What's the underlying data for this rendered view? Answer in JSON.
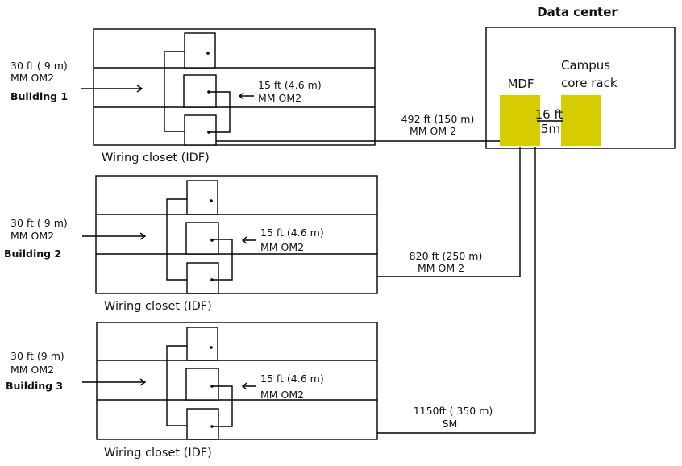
{
  "data_center": {
    "title": "Data center",
    "mdf_label": "MDF",
    "core_label_line1": "Campus",
    "core_label_line2": "core rack",
    "inner_distance_line1": "16 ft",
    "inner_distance_line2": "5m",
    "rack_color": "#d6cc00"
  },
  "buildings": [
    {
      "name": "Building 1",
      "entry_len": "30 ft ( 9 m)",
      "entry_type": "MM OM2",
      "patch_len": "15 ft (4.6 m)",
      "patch_type": "MM OM2",
      "closet_label": "Wiring closet (IDF)",
      "uplink_len": "492 ft (150 m)",
      "uplink_type": "MM OM 2"
    },
    {
      "name": "Building 2",
      "entry_len": "30 ft ( 9 m)",
      "entry_type": "MM OM2",
      "patch_len": "15 ft (4.6 m)",
      "patch_type": "MM OM2",
      "closet_label": "Wiring closet (IDF)",
      "uplink_len": "820 ft (250 m)",
      "uplink_type": "MM OM 2"
    },
    {
      "name": "Building 3",
      "entry_len": "30 ft (9 m)",
      "entry_type": "MM OM2",
      "patch_len": "15 ft (4.6 m)",
      "patch_type": "MM OM2",
      "closet_label": "Wiring closet (IDF)",
      "uplink_len": "1150ft ( 350 m)",
      "uplink_type": "SM"
    }
  ]
}
